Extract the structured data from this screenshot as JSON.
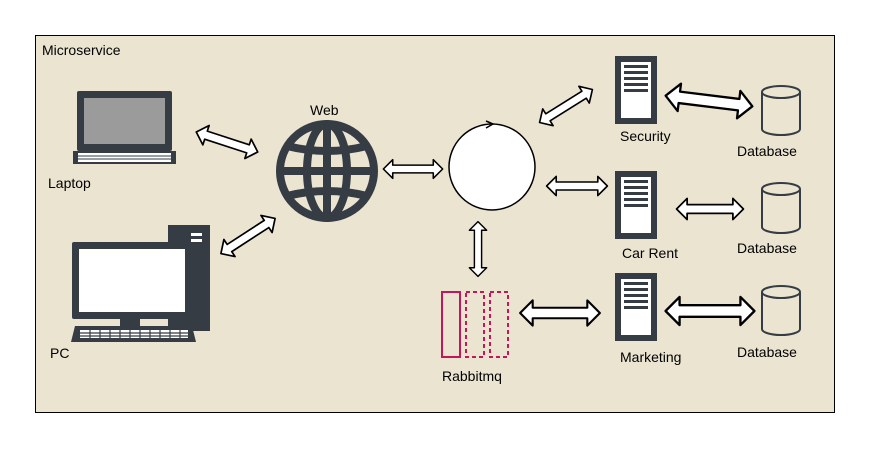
{
  "diagram": {
    "title": "Microservice",
    "clients": {
      "laptop": "Laptop",
      "pc": "PC"
    },
    "web": "Web",
    "queue": "Rabbitmq",
    "services": {
      "security": "Security",
      "car_rent": "Car Rent",
      "marketing": "Marketing"
    },
    "databases": {
      "security_db": "Database",
      "car_rent_db": "Database",
      "marketing_db": "Database"
    }
  },
  "colors": {
    "background": "#ebe4d1",
    "icon": "#353c44",
    "queue": "#c2185b",
    "gateway": "#ffffff"
  }
}
